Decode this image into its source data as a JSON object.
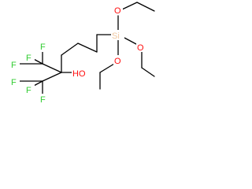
{
  "molecule": {
    "atoms": [
      {
        "id": "F1",
        "text": "F",
        "color": "#33cc33"
      },
      {
        "id": "F2",
        "text": "F",
        "color": "#33cc33"
      },
      {
        "id": "F3",
        "text": "F",
        "color": "#33cc33"
      },
      {
        "id": "F4",
        "text": "F",
        "color": "#33cc33"
      },
      {
        "id": "F5",
        "text": "F",
        "color": "#33cc33"
      },
      {
        "id": "F6",
        "text": "F",
        "color": "#33cc33"
      },
      {
        "id": "OH",
        "text": "HO",
        "color": "#ff0d0d"
      },
      {
        "id": "Si",
        "text": "Si",
        "color": "#f0c8a0"
      },
      {
        "id": "O1",
        "text": "O",
        "color": "#ff0d0d"
      },
      {
        "id": "O2",
        "text": "O",
        "color": "#ff0d0d"
      },
      {
        "id": "O3",
        "text": "O",
        "color": "#ff0d0d"
      }
    ]
  }
}
